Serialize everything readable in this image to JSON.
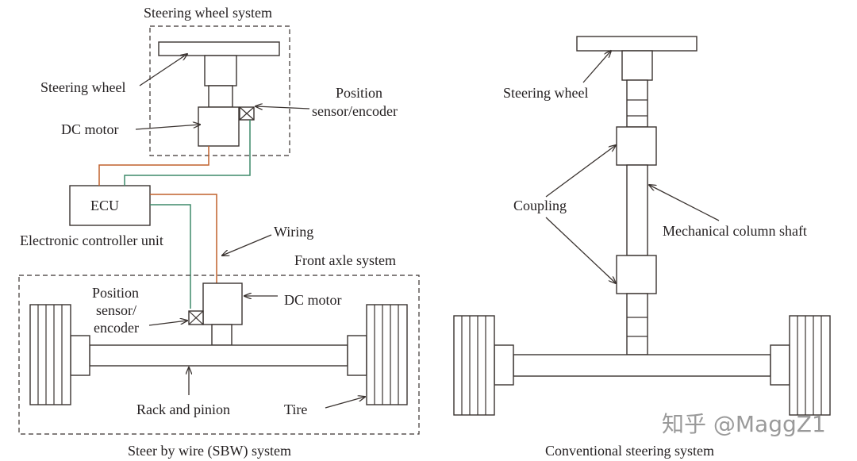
{
  "sbw": {
    "steering_wheel_system": "Steering wheel system",
    "steering_wheel": "Steering wheel",
    "dc_motor_top": "DC motor",
    "position_sensor_top_line1": "Position",
    "position_sensor_top_line2": "sensor/encoder",
    "ecu": "ECU",
    "electronic_controller_unit": "Electronic controller unit",
    "wiring": "Wiring",
    "front_axle_system": "Front axle system",
    "position_sensor_bottom_line1": "Position",
    "position_sensor_bottom_line2": "sensor/",
    "position_sensor_bottom_line3": "encoder",
    "dc_motor_bottom": "DC motor",
    "rack_and_pinion": "Rack and pinion",
    "tire": "Tire",
    "caption": "Steer by wire (SBW) system"
  },
  "conventional": {
    "steering_wheel": "Steering wheel",
    "coupling": "Coupling",
    "mechanical_column_shaft": "Mechanical column shaft",
    "caption": "Conventional steering system"
  },
  "watermark": "知乎 @MaggZ1",
  "colors": {
    "wire_power": "#c0602c",
    "wire_signal": "#3f8a6a",
    "line": "#3a3330"
  }
}
